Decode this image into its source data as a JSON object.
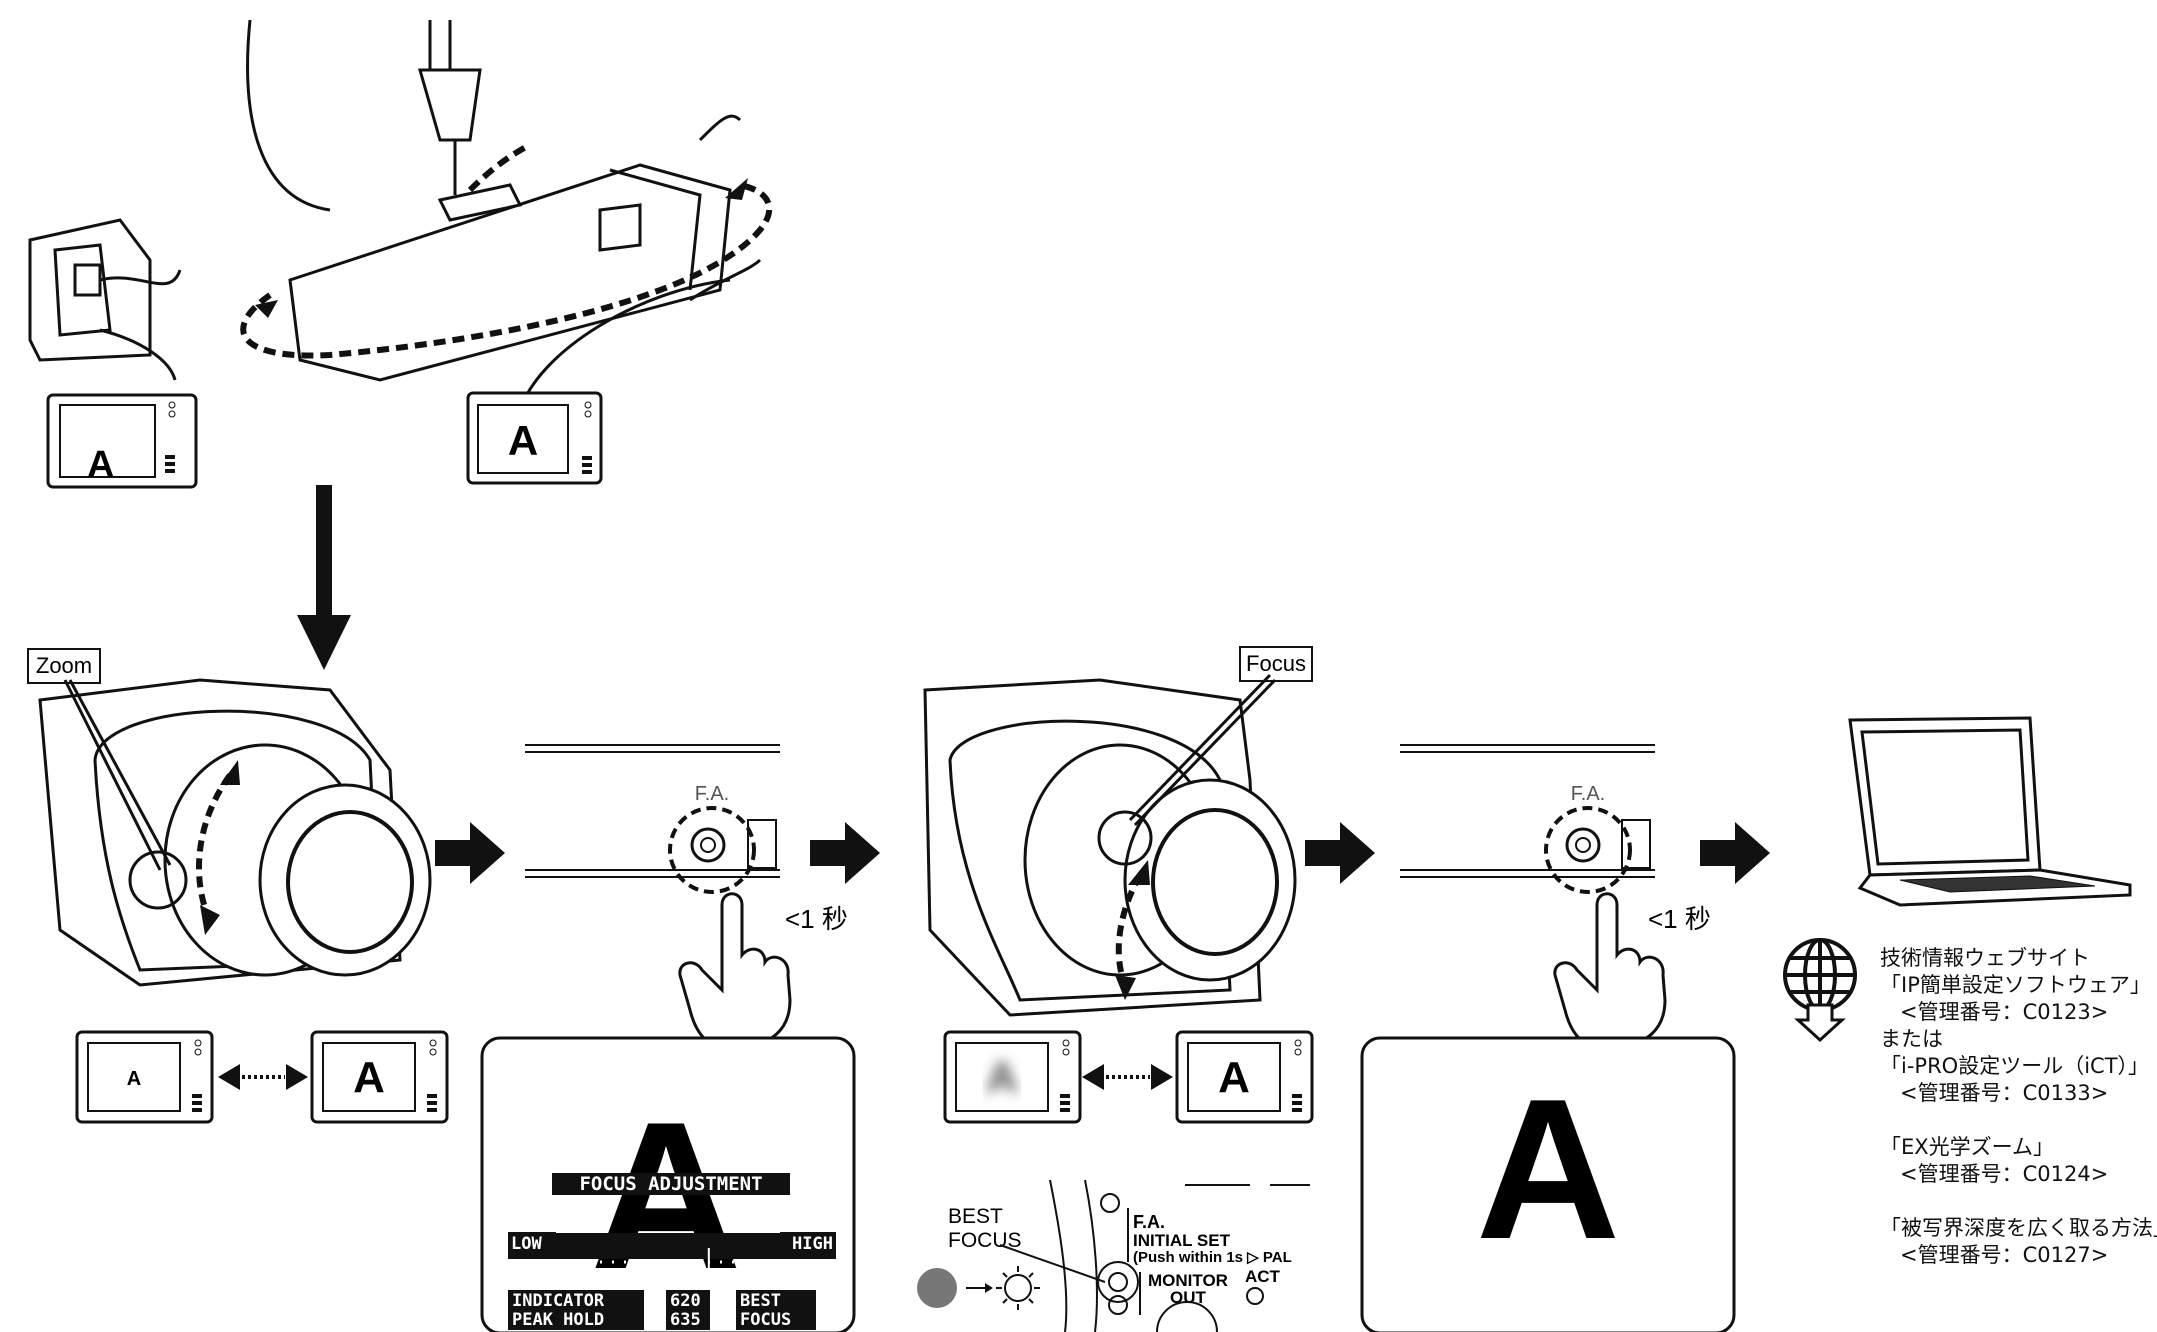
{
  "labels": {
    "zoom": "Zoom",
    "focus": "Focus",
    "fa": "F.A.",
    "duration_1": "<1 秒",
    "duration_2": "<1 秒",
    "monitor_letter": "A"
  },
  "osd": {
    "title": "FOCUS ADJUSTMENT",
    "low": "LOW",
    "high": "HIGH",
    "indicator": "INDICATOR",
    "peak_hold": "PEAK HOLD",
    "indicator_value": "620",
    "peak_value": "635",
    "best": "BEST",
    "focus": "FOCUS",
    "indicator_fraction": 0.63
  },
  "panel": {
    "best_focus_line1": "BEST",
    "best_focus_line2": "FOCUS",
    "fa": "F.A.",
    "initial_set": "INITIAL SET",
    "push_within": "(Push within 1s ▷ PAL",
    "monitor": "MONITOR",
    "out": "OUT",
    "act": "ACT"
  },
  "info": {
    "l1": "技術情報ウェブサイト",
    "l2": "「IP簡単設定ソフトウェア」",
    "l3": "<管理番号：C0123>",
    "l4": "または",
    "l5": "「i-PRO設定ツール（iCT）」",
    "l6": "<管理番号：C0133>",
    "l7": "「EX光学ズーム」",
    "l8": "<管理番号：C0124>",
    "l9": "「被写界深度を広く取る方法」",
    "l10": "<管理番号：C0127>"
  }
}
